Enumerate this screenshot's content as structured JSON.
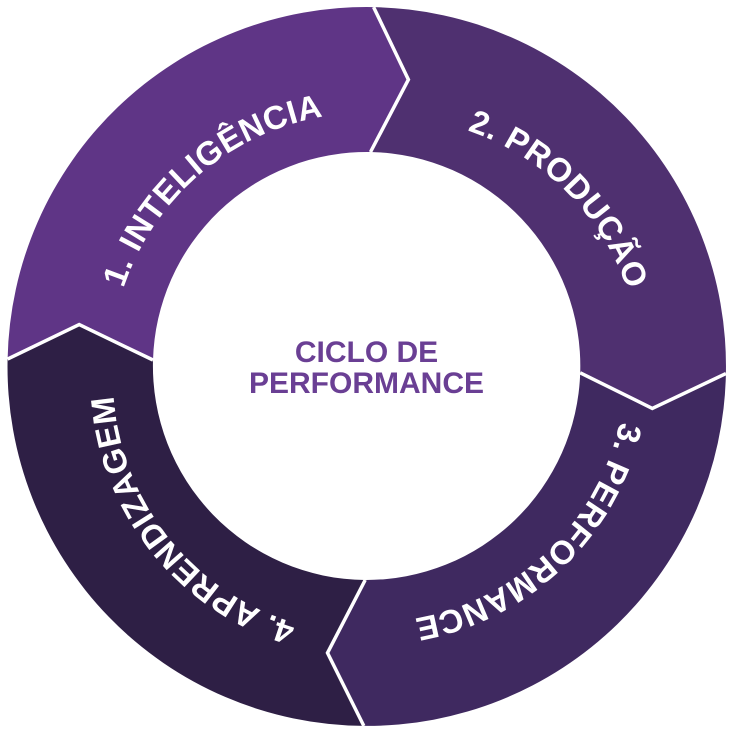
{
  "center": {
    "line1": "CICLO DE",
    "line2": "PERFORMANCE",
    "color": "#6a3f94"
  },
  "segments": [
    {
      "label": "1. INTELIGÊNCIA",
      "color": "#5f3586"
    },
    {
      "label": "2. PRODUÇÃO",
      "color": "#4f3070"
    },
    {
      "label": "3. PERFORMANCE",
      "color": "#3f2960"
    },
    {
      "label": "4. APRENDIZAGEM",
      "color": "#2e1f45"
    }
  ],
  "divider_color": "#ffffff"
}
